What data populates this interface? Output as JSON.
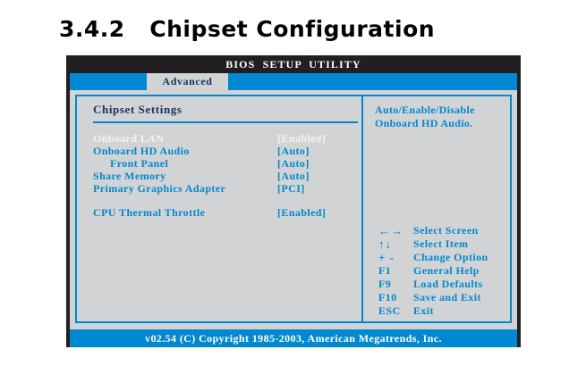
{
  "page": {
    "title": "3.4.2   Chipset Configuration"
  },
  "bios": {
    "titlebar": "BIOS  SETUP  UTILITY",
    "tab": {
      "label": "Advanced",
      "active": true
    },
    "section": {
      "heading": "Chipset Settings"
    },
    "options": [
      {
        "label": "Onboard LAN",
        "value": "[Enabled]",
        "indent": false,
        "selected": true
      },
      {
        "label": "Onboard HD Audio",
        "value": "[Auto]",
        "indent": false,
        "selected": false
      },
      {
        "label": "Front Panel",
        "value": "[Auto]",
        "indent": true,
        "selected": false
      },
      {
        "label": "Share Memory",
        "value": "[Auto]",
        "indent": false,
        "selected": false
      },
      {
        "label": "Primary Graphics Adapter",
        "value": "[PCI]",
        "indent": false,
        "selected": false
      },
      {
        "label": "",
        "value": "",
        "indent": false,
        "selected": false
      },
      {
        "label": "CPU Thermal Throttle",
        "value": "[Enabled]",
        "indent": false,
        "selected": false
      }
    ],
    "help": {
      "text": "Auto/Enable/Disable\nOnboard HD Audio."
    },
    "legend": [
      {
        "key": "←→",
        "desc": "Select Screen",
        "symbol": true
      },
      {
        "key": "↑↓",
        "desc": "Select Item",
        "symbol": true
      },
      {
        "key": "+ -",
        "desc": "Change Option",
        "symbol": true
      },
      {
        "key": "F1",
        "desc": "General Help",
        "symbol": false
      },
      {
        "key": "F9",
        "desc": "Load Defaults",
        "symbol": false
      },
      {
        "key": "F10",
        "desc": "Save and Exit",
        "symbol": false
      },
      {
        "key": "ESC",
        "desc": "Exit",
        "symbol": false
      }
    ],
    "footer": "v02.54 (C) Copyright 1985-2003, American Megatrends, Inc."
  },
  "colors": {
    "accent_blue": "#0089d0",
    "panel_gray": "#d2d3d5",
    "dark": "#231f20",
    "navy": "#16355c",
    "selected_text": "#f2f4f6"
  }
}
